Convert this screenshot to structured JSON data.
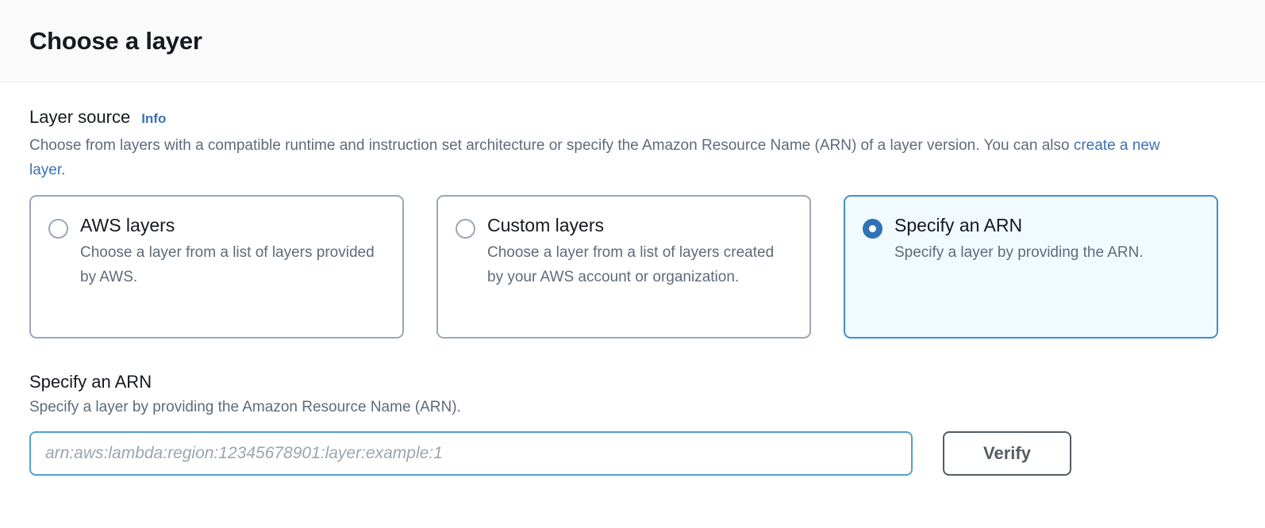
{
  "header": {
    "title": "Choose a layer"
  },
  "layer_source": {
    "label": "Layer source",
    "info_link": "Info",
    "description_prefix": "Choose from layers with a compatible runtime and instruction set architecture or specify the Amazon Resource Name (ARN) of a layer version. You can also ",
    "description_link": "create a new layer",
    "description_suffix": ".",
    "options": [
      {
        "id": "aws-layers",
        "title": "AWS layers",
        "description": "Choose a layer from a list of layers provided by AWS.",
        "selected": false
      },
      {
        "id": "custom-layers",
        "title": "Custom layers",
        "description": "Choose a layer from a list of layers created by your AWS account or organization.",
        "selected": false
      },
      {
        "id": "specify-an-arn",
        "title": "Specify an ARN",
        "description": "Specify a layer by providing the ARN.",
        "selected": true
      }
    ]
  },
  "arn_section": {
    "label": "Specify an ARN",
    "description": "Specify a layer by providing the Amazon Resource Name (ARN).",
    "input_placeholder": "arn:aws:lambda:region:12345678901:layer:example:1",
    "input_value": "",
    "verify_label": "Verify"
  },
  "colors": {
    "accent_blue": "#3073b5",
    "link_blue": "#3d72b3",
    "selected_card_bg": "#f1faff",
    "selected_card_border": "#3f8fd0",
    "input_focus_border": "#539fcd",
    "muted_text": "#5f6b7a",
    "button_border": "#545b64",
    "header_bg": "#fafafa"
  }
}
